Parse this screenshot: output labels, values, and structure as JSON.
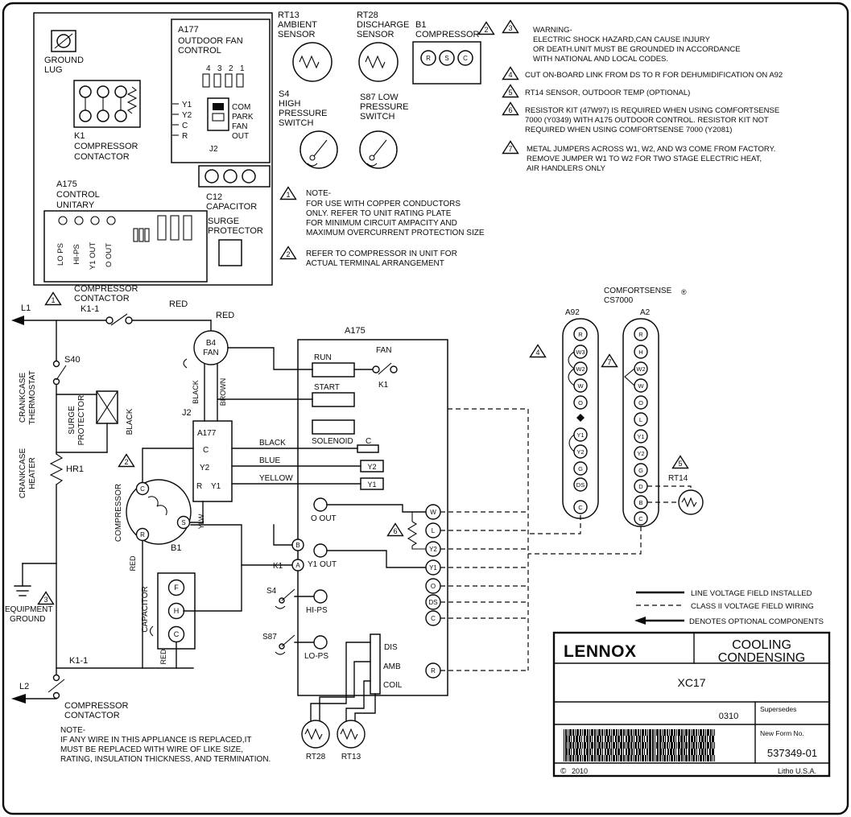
{
  "top_left": {
    "ground_lug": [
      "GROUND",
      "LUG"
    ],
    "k1": [
      "K1",
      "COMPRESSOR",
      "CONTACTOR"
    ],
    "a177": [
      "A177",
      "OUTDOOR FAN",
      "CONTROL"
    ],
    "a177_pins": [
      "4",
      "3",
      "2",
      "1"
    ],
    "a177_left": [
      "Y1",
      "Y2",
      "C",
      "R"
    ],
    "a177_right": [
      "COM",
      "PARK",
      "FAN",
      "OUT"
    ],
    "a177_j2": "J2",
    "a175": [
      "A175",
      "CONTROL",
      "UNITARY"
    ],
    "a175_terms": [
      "LO PS",
      "HI-PS",
      "Y1 OUT",
      "O OUT"
    ],
    "c12": [
      "C12",
      "CAPACITOR"
    ],
    "surge": [
      "SURGE",
      "PROTECTOR"
    ]
  },
  "sensors": {
    "rt13": [
      "RT13",
      "AMBIENT",
      "SENSOR"
    ],
    "rt28": [
      "RT28",
      "DISCHARGE",
      "SENSOR"
    ],
    "b1": [
      "B1",
      "COMPRESSOR"
    ],
    "b1_terms": [
      "R",
      "S",
      "C"
    ],
    "s4": [
      "S4",
      "HIGH",
      "PRESSURE",
      "SWITCH"
    ],
    "s87": [
      "S87 LOW",
      "PRESSURE",
      "SWITCH"
    ]
  },
  "notes": {
    "n1_num": "1",
    "n1": [
      "NOTE-",
      "FOR USE WITH COPPER CONDUCTORS",
      "ONLY. REFER TO UNIT RATING PLATE",
      "FOR MINIMUM CIRCUIT AMPACITY AND",
      "MAXIMUM OVERCURRENT PROTECTION SIZE"
    ],
    "n2_num": "2",
    "n2": [
      "REFER TO COMPRESSOR IN UNIT FOR",
      "ACTUAL TERMINAL ARRANGEMENT"
    ],
    "n3_num": "3",
    "n3": [
      "WARNING-",
      "ELECTRIC SHOCK HAZARD,CAN CAUSE INJURY",
      "OR DEATH.UNIT MUST BE GROUNDED IN ACCORDANCE",
      "WITH NATIONAL AND LOCAL CODES."
    ],
    "n4_num": "4",
    "n4": "CUT ON-BOARD LINK FROM DS TO R FOR DEHUMIDIFICATION ON A92",
    "n5_num": "5",
    "n5": "RT14 SENSOR, OUTDOOR TEMP (OPTIONAL)",
    "n6_num": "6",
    "n6": [
      "RESISTOR KIT (47W97) IS REQUIRED WHEN USING COMFORTSENSE",
      "7000 (Y0349) WITH A175 OUTDOOR CONTROL. RESISTOR KIT NOT",
      "REQUIRED WHEN USING COMFORTSENSE 7000 (Y2081)"
    ],
    "n7_num": "7",
    "n7": [
      "METAL JUMPERS ACROSS W1, W2, AND W3 COME FROM FACTORY.",
      "REMOVE JUMPER W1 TO W2 FOR TWO STAGE ELECTRIC HEAT,",
      "AIR HANDLERS ONLY"
    ],
    "bottom": [
      "NOTE-",
      "IF ANY WIRE IN THIS APPLIANCE IS REPLACED,IT",
      "MUST BE REPLACED WITH WIRE OF LIKE SIZE,",
      "RATING, INSULATION THICKNESS, AND TERMINATION."
    ]
  },
  "schematic": {
    "l1": "L1",
    "l2": "L2",
    "contactor_top": [
      "COMPRESSOR",
      "CONTACTOR",
      "K1-1"
    ],
    "contactor_bottom": [
      "K1-1",
      "COMPRESSOR",
      "CONTACTOR"
    ],
    "red_top": "RED",
    "red_drop": "RED",
    "b4": [
      "B4",
      "FAN"
    ],
    "black_fan": "BLACK",
    "brown_fan": "BROWN",
    "s40": "S40",
    "crankcase_thermostat": [
      "CRANKCASE",
      "THERMOSTAT"
    ],
    "surge": [
      "SURGE",
      "PROTECTOR"
    ],
    "crankcase_heater": [
      "CRANKCASE",
      "HEATER"
    ],
    "hr1": "HR1",
    "black_bus": "BLACK",
    "j2": "J2",
    "a177": "A177",
    "a177_terms": [
      "C",
      "Y2",
      "Y1",
      "R"
    ],
    "wire_black": "BLACK",
    "wire_blue": "BLUE",
    "wire_yellow": "YELLOW",
    "spades": [
      "C",
      "Y2",
      "Y1"
    ],
    "compressor": "COMPRESSOR",
    "b1": "B1",
    "b1_terms": [
      "C",
      "S",
      "R"
    ],
    "red_comp": "RED",
    "ylw": "YLW",
    "a175": "A175",
    "run": "RUN",
    "fan": "FAN",
    "k1_fan": "K1",
    "start": "START",
    "solenoid": "SOLENOID",
    "o_out": "O OUT",
    "b": "B",
    "a": "A",
    "k1_ab": "K1",
    "y1_out": "Y1 OUT",
    "s4": "S4",
    "hi_ps": "HI-PS",
    "s87": "S87",
    "lo_ps": "LO-PS",
    "dis": "DIS",
    "amb": "AMB",
    "coil": "COIL",
    "term_col": [
      "W",
      "L",
      "Y2",
      "Y1",
      "O",
      "DS",
      "C",
      "R"
    ],
    "comfortsense": [
      "COMFORTSENSE",
      "CS7000"
    ],
    "reg": "®",
    "a92": "A92",
    "a2": "A2",
    "a92_terms": [
      "R",
      "W3",
      "W2",
      "W",
      "O",
      "Y1",
      "Y2",
      "G",
      "DS",
      "C"
    ],
    "a2_terms": [
      "R",
      "H",
      "W2",
      "W",
      "O",
      "L",
      "Y1",
      "Y2",
      "G",
      "D",
      "B",
      "C"
    ],
    "rt14": "RT14",
    "equipment_ground": [
      "EQUIPMENT",
      "GROUND"
    ],
    "capacitor": "CAPACITOR",
    "cap_terms": [
      "F",
      "H",
      "C"
    ],
    "red_cap": "RED",
    "rt28": "RT28",
    "rt13": "RT13"
  },
  "legend": {
    "line_voltage": "LINE VOLTAGE FIELD INSTALLED",
    "class2": "CLASS II VOLTAGE FIELD WIRING",
    "optional": "DENOTES OPTIONAL COMPONENTS"
  },
  "title_block": {
    "brand": "LENNOX",
    "product": [
      "COOLING",
      "CONDENSING"
    ],
    "model": "XC17",
    "date_code": "0310",
    "supersedes": "Supersedes",
    "new_form": "New Form No.",
    "form_no": "537349-01",
    "copyright": "©",
    "year": "2010",
    "litho": "Litho U.S.A."
  }
}
